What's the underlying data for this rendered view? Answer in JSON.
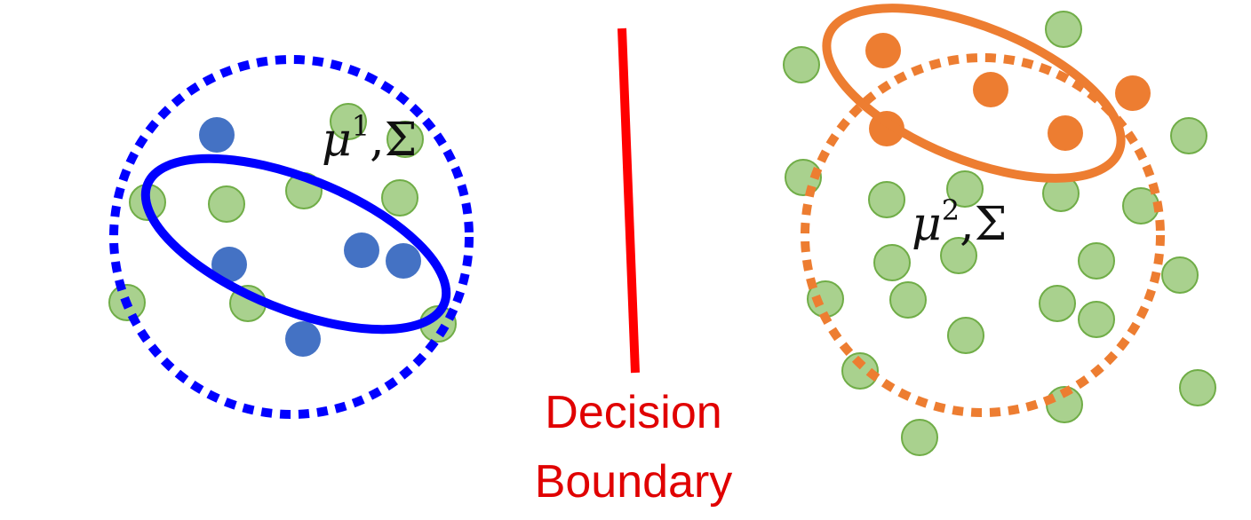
{
  "colors": {
    "background": "#ffffff",
    "class1_point": "#4472c4",
    "class1_contour": "#0000ff",
    "class2_point": "#ed7d31",
    "class2_contour": "#ed7d31",
    "neutral_point": "#a9d18e",
    "neutral_point_stroke": "#70ad47",
    "decision_boundary": "#ff0000",
    "boundary_text": "#e00000"
  },
  "labels": {
    "class1_param": {
      "mu": "μ",
      "sup": "1",
      "rest": ",Σ"
    },
    "class2_param": {
      "mu": "μ",
      "sup": "2",
      "rest": ",Σ"
    },
    "boundary_line1": "Decision",
    "boundary_line2": "Boundary"
  },
  "icons": {
    "point": "filled-circle",
    "contour": "ellipse",
    "boundary": "line"
  }
}
